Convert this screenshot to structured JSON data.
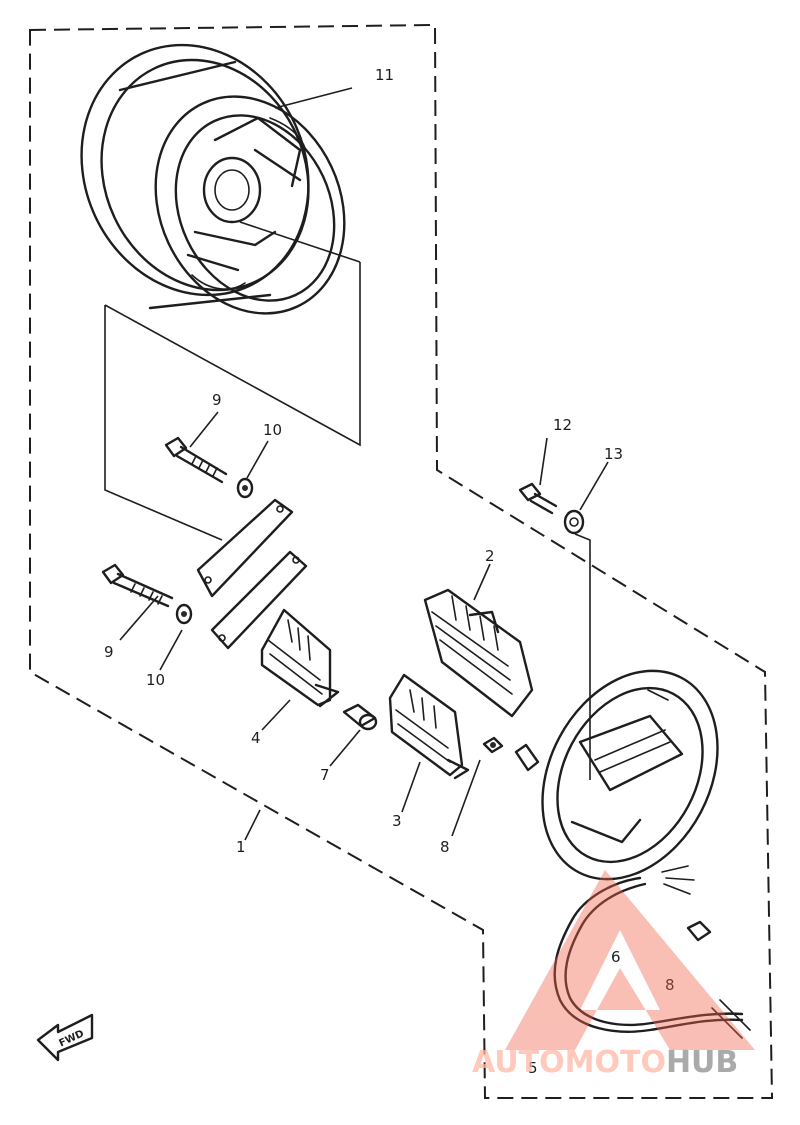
{
  "callouts": {
    "c1": "1",
    "c2": "2",
    "c3": "3",
    "c4": "4",
    "c5": "5",
    "c6": "6",
    "c7": "7",
    "c8a": "8",
    "c8b": "8",
    "c9a": "9",
    "c9b": "9",
    "c10a": "10",
    "c10b": "10",
    "c11": "11",
    "c12": "12",
    "c13": "13"
  },
  "direction_marker": "FWD",
  "watermark": {
    "part1": "AUTO",
    "part2": "MOTO",
    "part3": "HUB",
    "color_red": "#f0604a",
    "color_gray": "#8e8e8e"
  }
}
